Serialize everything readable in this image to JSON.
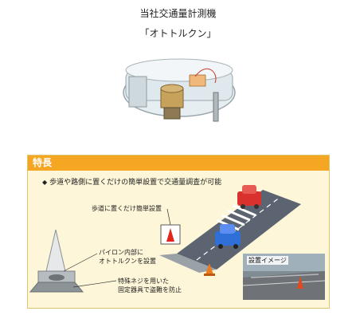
{
  "header": {
    "title": "当社交通量計測機",
    "subtitle": "「オトトルクン」"
  },
  "features": {
    "heading": "特長",
    "bullet": "歩道や路側に置くだけの簡単設置で交通量調査が可能",
    "label_road": "歩道に置くだけ簡単設置",
    "label_cone_line1": "パイロン内部に",
    "label_cone_line2": "オトトルクンを設置",
    "label_screw_line1": "特殊ネジを用いた",
    "label_screw_line2": "固定器具で盗難を防止",
    "photo_label": "設置イメージ"
  },
  "colors": {
    "header_bg": "#f5a623",
    "panel_bg": "#fdf6d8",
    "red_car": "#d9322e",
    "blue_car": "#2f6fd8",
    "road": "#5b6470"
  }
}
